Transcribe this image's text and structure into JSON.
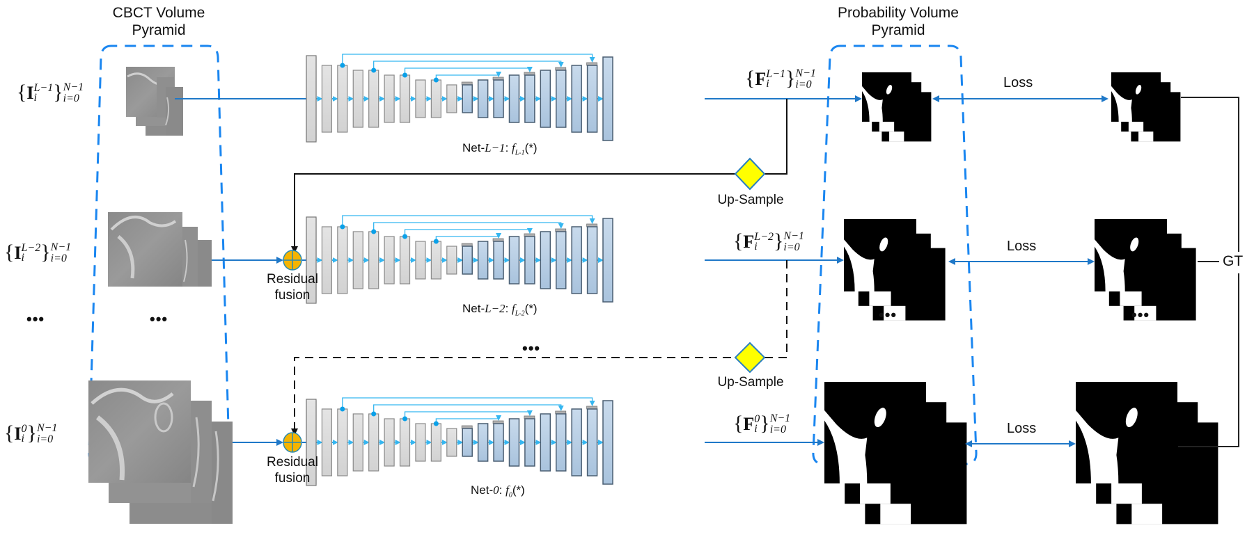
{
  "titles": {
    "cbct_line1": "CBCT Volume",
    "cbct_line2": "Pyramid",
    "prob_line1": "Probability Volume",
    "prob_line2": "Pyramid"
  },
  "inputs": [
    {
      "base": "I",
      "sup": "L−1",
      "range_sup": "N−1",
      "range_sub": "i=0",
      "index": "i"
    },
    {
      "base": "I",
      "sup": "L−2",
      "range_sup": "N−1",
      "range_sub": "i=0",
      "index": "i"
    },
    {
      "base": "I",
      "sup": "0",
      "range_sup": "N−1",
      "range_sub": "i=0",
      "index": "i"
    }
  ],
  "outputs": [
    {
      "base": "F",
      "sup": "L−1",
      "range_sup": "N−1",
      "range_sub": "i=0",
      "index": "i"
    },
    {
      "base": "F",
      "sup": "L−2",
      "range_sup": "N−1",
      "range_sub": "i=0",
      "index": "i"
    },
    {
      "base": "F",
      "sup": "0",
      "range_sup": "N−1",
      "range_sub": "i=0",
      "index": "i"
    }
  ],
  "networks": [
    {
      "prefix": "Net-",
      "level": "L−1",
      "sep": ": ",
      "func": "f",
      "func_sub": "L-1",
      "arg": "(*)"
    },
    {
      "prefix": "Net-",
      "level": "L−2",
      "sep": ": ",
      "func": "f",
      "func_sub": "L-2",
      "arg": "(*)"
    },
    {
      "prefix": "Net-",
      "level": "0",
      "sep": ": ",
      "func": "f",
      "func_sub": "0",
      "arg": "(*)"
    }
  ],
  "labels": {
    "loss": "Loss",
    "gt": "GT",
    "up_sample": "Up-Sample",
    "residual_line1": "Residual",
    "residual_line2": "fusion",
    "ellipsis": "•••"
  },
  "colors": {
    "pyramid_border": "#1a86f0",
    "flow_arrow": "#1f78c8",
    "skip_link": "#35b6f0",
    "encoder_fill": "#dcdcdc",
    "decoder_fill": "#b7cde3",
    "upsample_fill": "#ffff00",
    "residual_fill": "#f5b400",
    "connector": "#111111"
  }
}
